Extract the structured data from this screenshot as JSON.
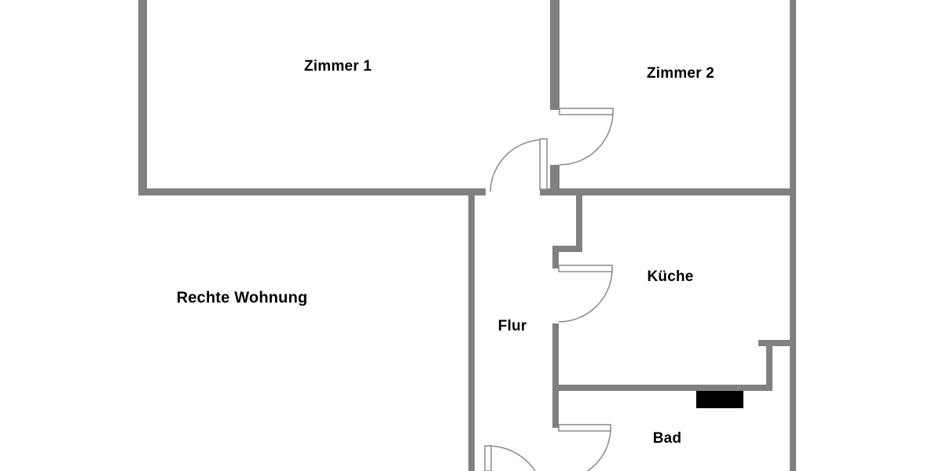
{
  "rooms": {
    "zimmer1": {
      "label": "Zimmer 1"
    },
    "zimmer2": {
      "label": "Zimmer 2"
    },
    "kueche": {
      "label": "Küche"
    },
    "flur": {
      "label": "Flur"
    },
    "bad": {
      "label": "Bad"
    },
    "apartment": {
      "label": "Rechte Wohnung"
    }
  },
  "colors": {
    "wall": "#808080",
    "door_outline": "#8a8a8a",
    "door_fill": "#ffffff",
    "shaft": "#000000",
    "background": "#ffffff",
    "text": "#000000"
  }
}
